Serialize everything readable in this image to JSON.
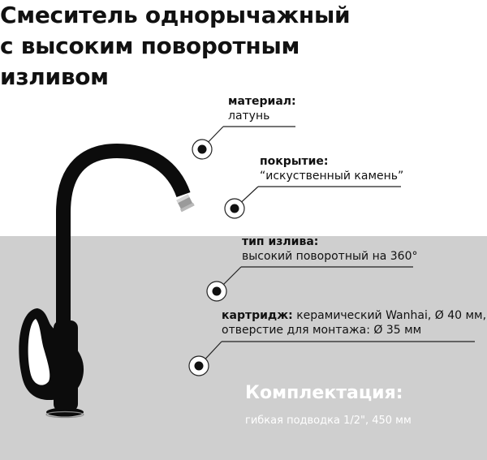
{
  "title": {
    "line1": "Смеситель однорычажный",
    "line2": "с высоким поворотным",
    "line3": "изливом"
  },
  "specs": {
    "material": {
      "label": "материал:",
      "value": "латунь"
    },
    "coating": {
      "label": "покрытие:",
      "value": "“искуственный камень”"
    },
    "spout": {
      "label": "тип излива:",
      "value": "высокий поворотный на 360°"
    },
    "cartridge": {
      "label": "картридж:",
      "value": " керамический Wanhai, Ø 40 мм,",
      "line2": "отверстие для монтажа: Ø 35 мм"
    }
  },
  "kit": {
    "title": "Комплектация:",
    "item": "гибкая подводка 1/2\", 450 мм"
  },
  "colors": {
    "band": "#cfcfcf",
    "faucet": "#0c0c0c",
    "text": "#111111",
    "kit_text": "#ffffff"
  },
  "icons": [
    "faucet-image",
    "target-icon"
  ]
}
